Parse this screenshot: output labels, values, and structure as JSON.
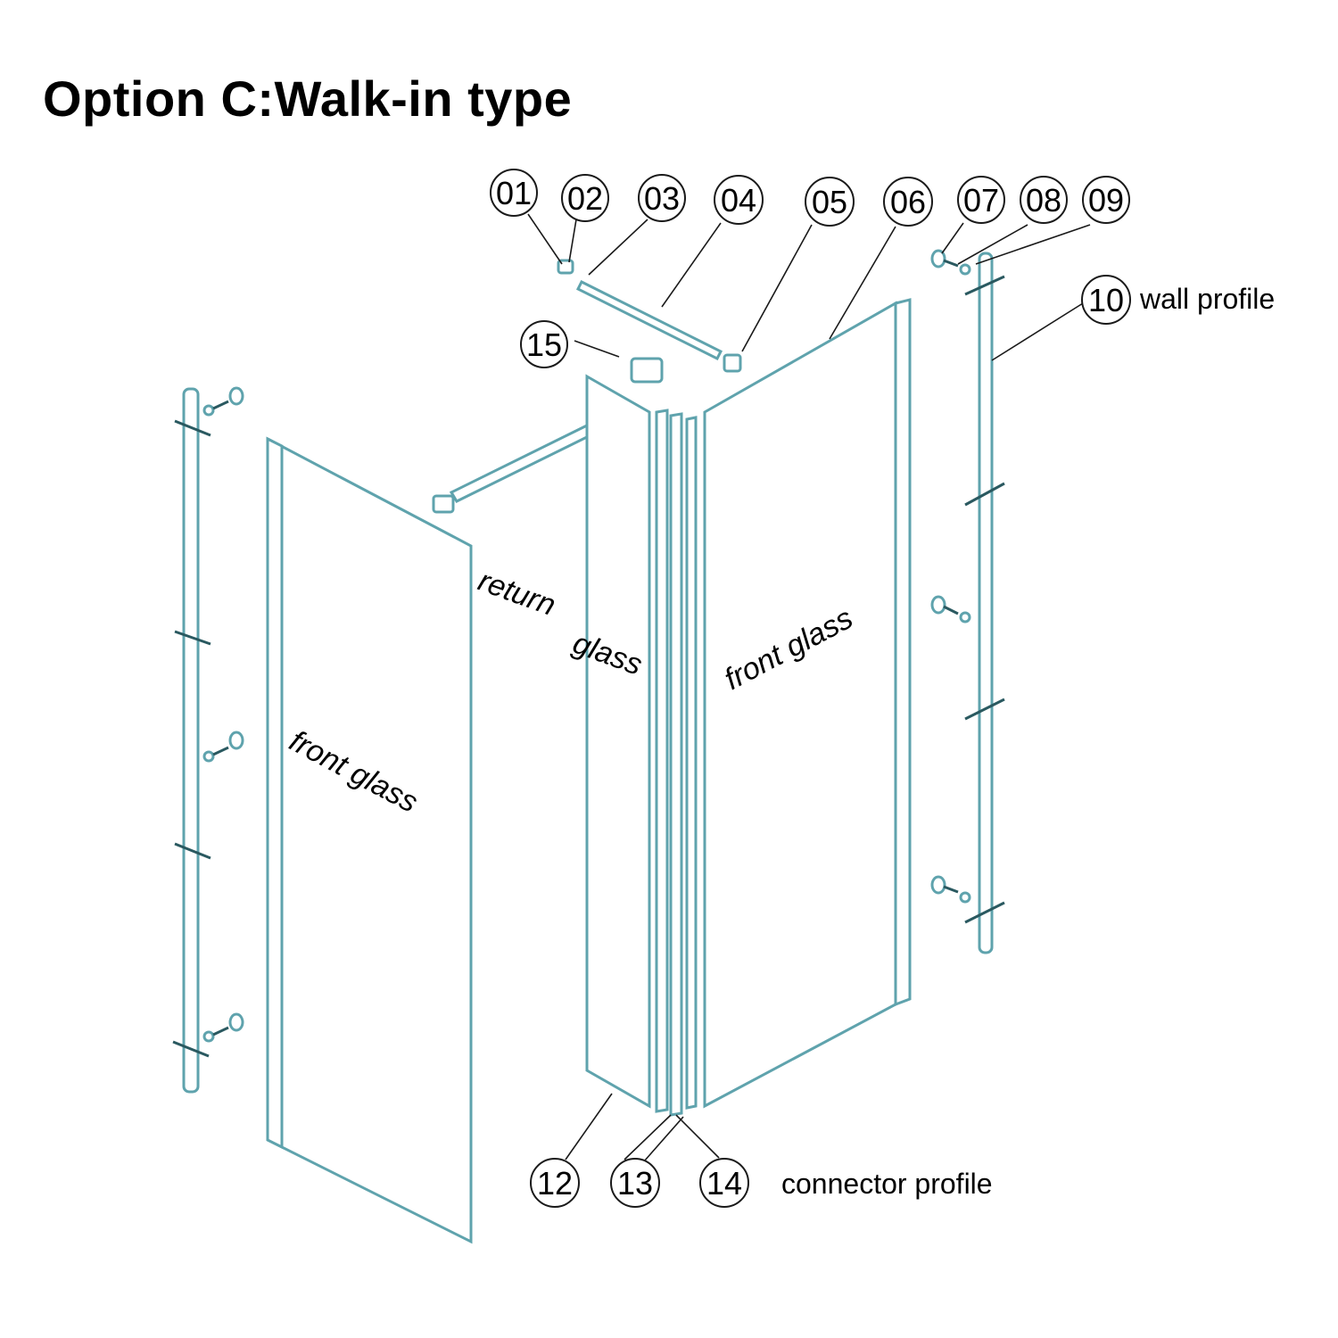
{
  "title": "Option C:Walk-in type",
  "callouts": [
    {
      "id": "01"
    },
    {
      "id": "02"
    },
    {
      "id": "03"
    },
    {
      "id": "04"
    },
    {
      "id": "05"
    },
    {
      "id": "06"
    },
    {
      "id": "07"
    },
    {
      "id": "08"
    },
    {
      "id": "09"
    },
    {
      "id": "10"
    },
    {
      "id": "12"
    },
    {
      "id": "13"
    },
    {
      "id": "14"
    },
    {
      "id": "15"
    }
  ],
  "labels": {
    "wall_profile": "wall profile",
    "connector_profile": "connector profile",
    "front_glass_left": "front  glass",
    "return_glass_a": "return",
    "return_glass_b": "glass",
    "front_glass_right": "front  glass"
  },
  "colors": {
    "outline": "#5fa3ad",
    "text": "#000000"
  }
}
